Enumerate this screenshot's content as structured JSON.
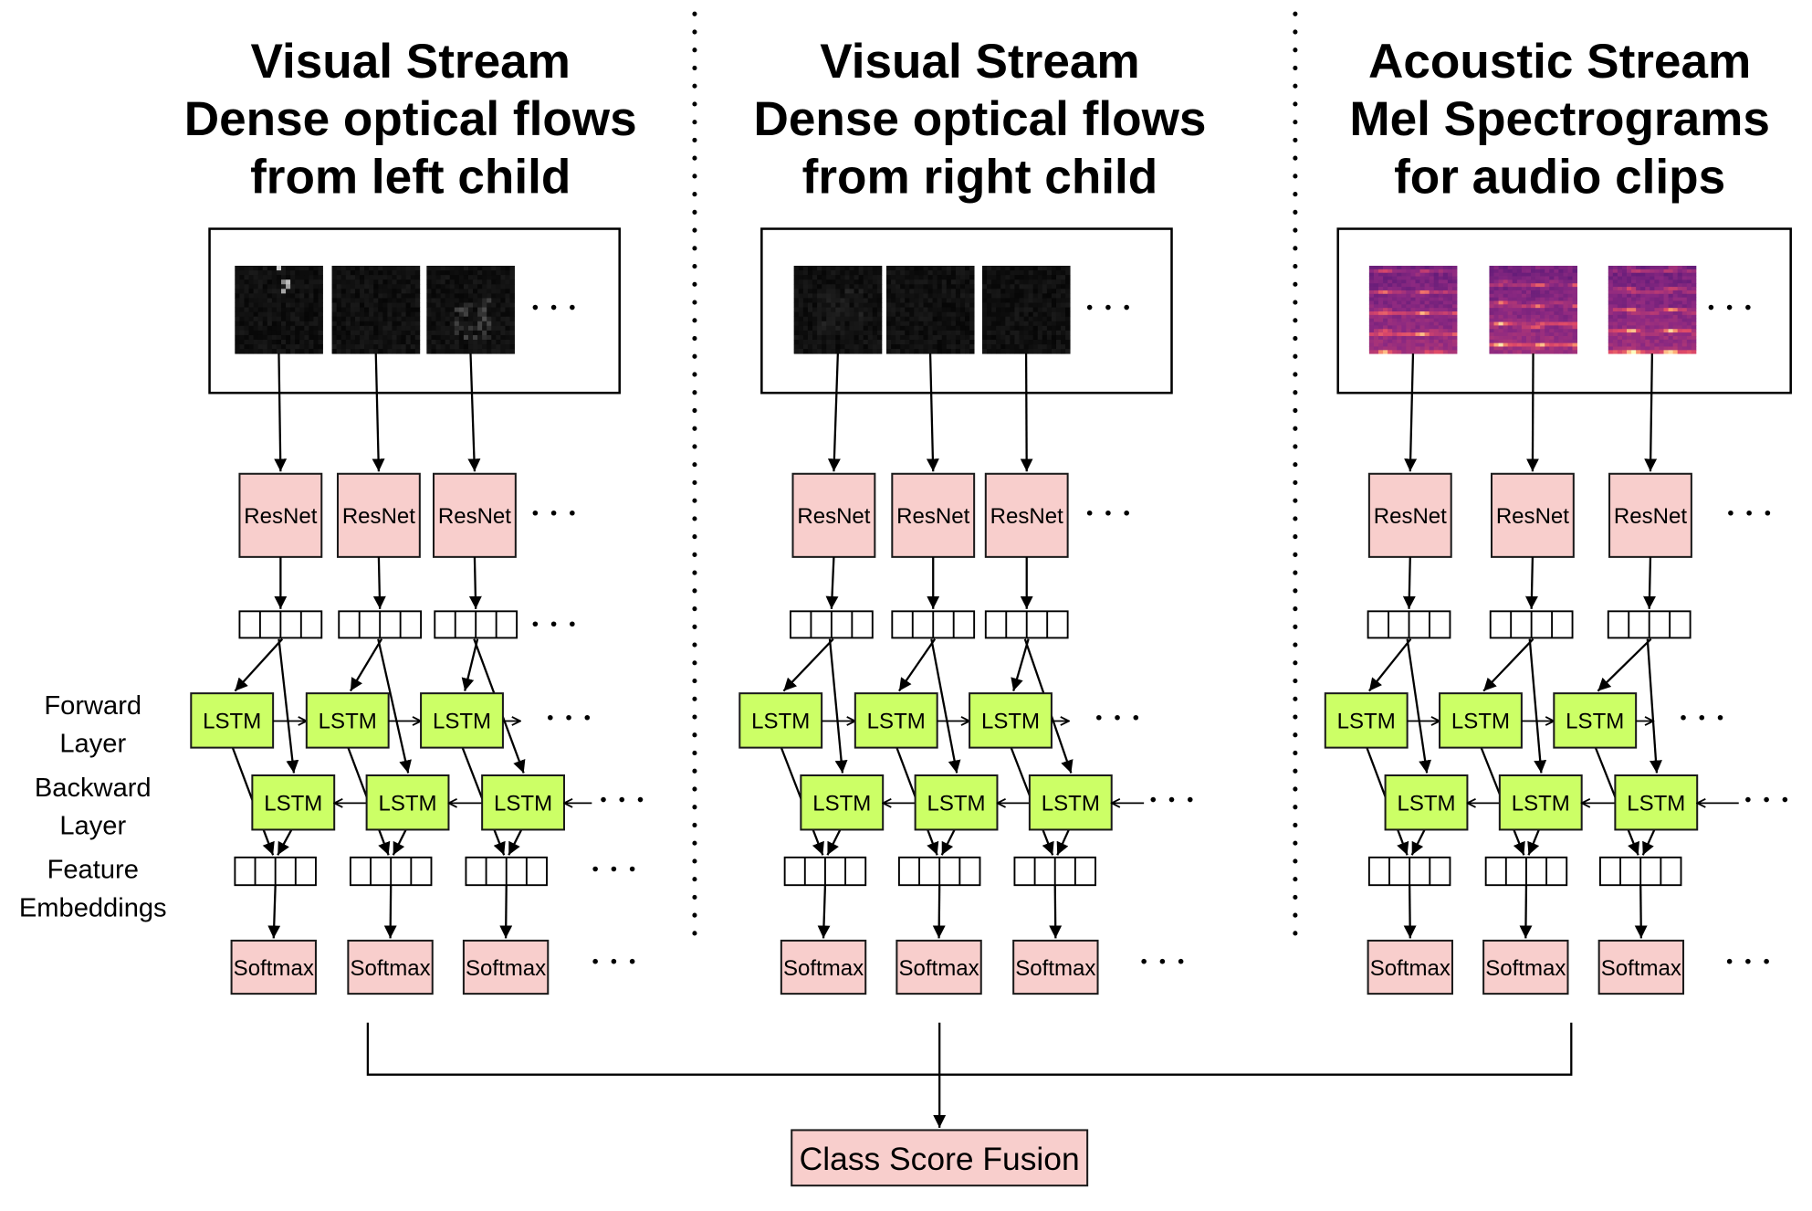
{
  "streams": [
    {
      "title": [
        "Visual Stream",
        "Dense optical flows",
        "from left child"
      ],
      "frame_icon": "optical-flow-frame"
    },
    {
      "title": [
        "Visual Stream",
        "Dense optical flows",
        "from right child"
      ],
      "frame_icon": "optical-flow-frame"
    },
    {
      "title": [
        "Acoustic Stream",
        "Mel Spectrograms",
        "for audio clips"
      ],
      "frame_icon": "mel-spectrogram-frame"
    }
  ],
  "blocks": {
    "encoder": "ResNet",
    "recurrent": "LSTM",
    "classifier": "Softmax"
  },
  "row_labels": {
    "forward": [
      "Forward",
      "Layer"
    ],
    "backward": [
      "Backward",
      "Layer"
    ],
    "embeddings": [
      "Feature",
      "Embeddings"
    ]
  },
  "fusion": {
    "label": "Class Score Fusion"
  },
  "colors": {
    "encoder_fill": "#f8cecc",
    "recurrent_fill": "#ccff66",
    "classifier_fill": "#f8cecc",
    "fusion_fill": "#f8cecc",
    "stroke": "#000000",
    "background": "#ffffff"
  }
}
